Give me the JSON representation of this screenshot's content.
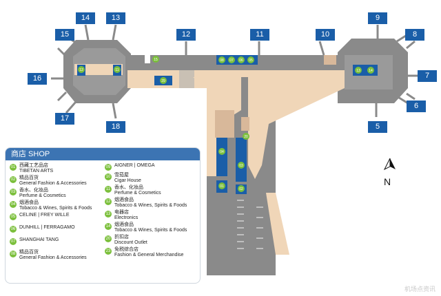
{
  "gates": [
    {
      "label": "14"
    },
    {
      "label": "13"
    },
    {
      "label": "15"
    },
    {
      "label": "12"
    },
    {
      "label": "11"
    },
    {
      "label": "10"
    },
    {
      "label": "9"
    },
    {
      "label": "8"
    },
    {
      "label": "16"
    },
    {
      "label": "7"
    },
    {
      "label": "6"
    },
    {
      "label": "17"
    },
    {
      "label": "18"
    },
    {
      "label": "5"
    }
  ],
  "map_markers": [
    {
      "label": "12"
    },
    {
      "label": "11"
    },
    {
      "label": "29"
    },
    {
      "label": "08"
    },
    {
      "label": "07"
    },
    {
      "label": "06"
    },
    {
      "label": "05"
    },
    {
      "label": "13"
    },
    {
      "label": "14"
    },
    {
      "label": "20"
    },
    {
      "label": "04"
    },
    {
      "label": "03"
    },
    {
      "label": "02"
    },
    {
      "label": "01"
    },
    {
      "label": "15"
    }
  ],
  "legend": {
    "title": "商店 SHOP",
    "items": [
      {
        "num": "01",
        "lines": [
          "西藏工艺品店",
          "TIBETAN ARTS"
        ]
      },
      {
        "num": "02",
        "lines": [
          "精品百货",
          "General Fashion & Accessories"
        ]
      },
      {
        "num": "03",
        "lines": [
          "香水、化妆品",
          "Perfume & Cosmetics"
        ]
      },
      {
        "num": "04",
        "lines": [
          "烟酒食品",
          "Tobacco & Wines, Spirits & Foods"
        ]
      },
      {
        "num": "05",
        "lines": [
          "CELINE | FREY WILLE"
        ]
      },
      {
        "num": "06",
        "lines": [
          "DUNHILL | FERRAGAMO"
        ]
      },
      {
        "num": "07",
        "lines": [
          "SHANGHAI TANG"
        ]
      },
      {
        "num": "08",
        "lines": [
          "精品百货",
          "General Fashion & Accessories"
        ]
      },
      {
        "num": "09",
        "lines": [
          "AIGNER | OMEGA"
        ]
      },
      {
        "num": "10",
        "lines": [
          "雪茄屋",
          "Cigar House"
        ]
      },
      {
        "num": "11",
        "lines": [
          "香水、化妆品",
          "Perfume & Cosmetics"
        ]
      },
      {
        "num": "12",
        "lines": [
          "烟酒食品",
          "Tobacco & Wines, Spirits & Foods"
        ]
      },
      {
        "num": "13",
        "lines": [
          "电器店",
          "Electronics"
        ]
      },
      {
        "num": "14",
        "lines": [
          "烟酒食品",
          "Tobacco & Wines, Spirits & Foods"
        ]
      },
      {
        "num": "20",
        "lines": [
          "折扣店",
          "Discount Outlet"
        ]
      },
      {
        "num": "23",
        "lines": [
          "免税综合店",
          "Fashion & General Merchandise"
        ]
      }
    ]
  },
  "north_label": "N",
  "watermark": "机场点资讯"
}
